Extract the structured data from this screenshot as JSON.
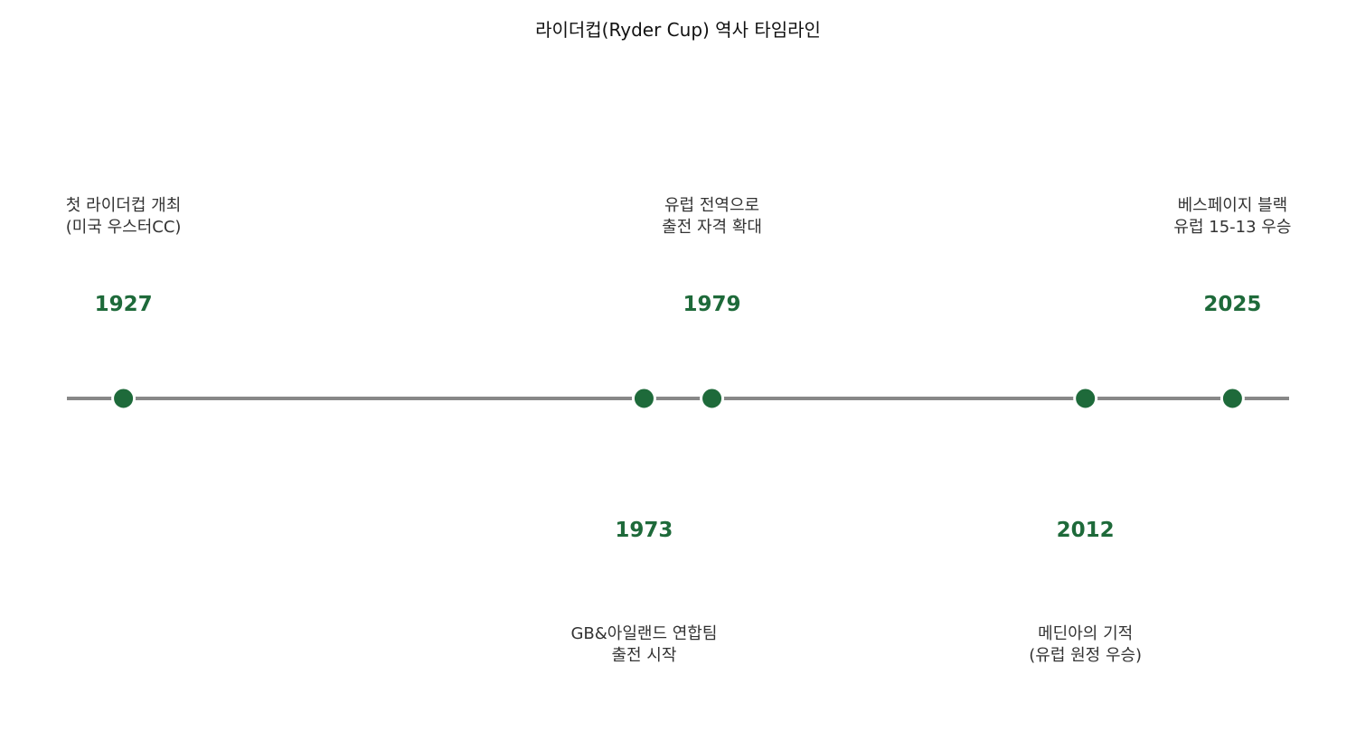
{
  "title": "라이더컵(Ryder Cup) 역사 타임라인",
  "colors": {
    "accent": "#1e6a3a",
    "axis": "#888888",
    "text": "#333333",
    "title": "#111111"
  },
  "axis_range": [
    1922,
    2030
  ],
  "events": [
    {
      "year": 1927,
      "label": "1927",
      "side": "above",
      "lines": [
        "첫 라이더컵 개최",
        "(미국 우스터CC)"
      ]
    },
    {
      "year": 1973,
      "label": "1973",
      "side": "below",
      "lines": [
        "GB&아일랜드 연합팀",
        "출전 시작"
      ]
    },
    {
      "year": 1979,
      "label": "1979",
      "side": "above",
      "lines": [
        "유럽 전역으로",
        "출전 자격 확대"
      ]
    },
    {
      "year": 2012,
      "label": "2012",
      "side": "below",
      "lines": [
        "메딘아의 기적",
        "(유럽 원정 우승)"
      ]
    },
    {
      "year": 2025,
      "label": "2025",
      "side": "above",
      "lines": [
        "베스페이지 블랙",
        "유럽 15-13 우승"
      ]
    }
  ]
}
